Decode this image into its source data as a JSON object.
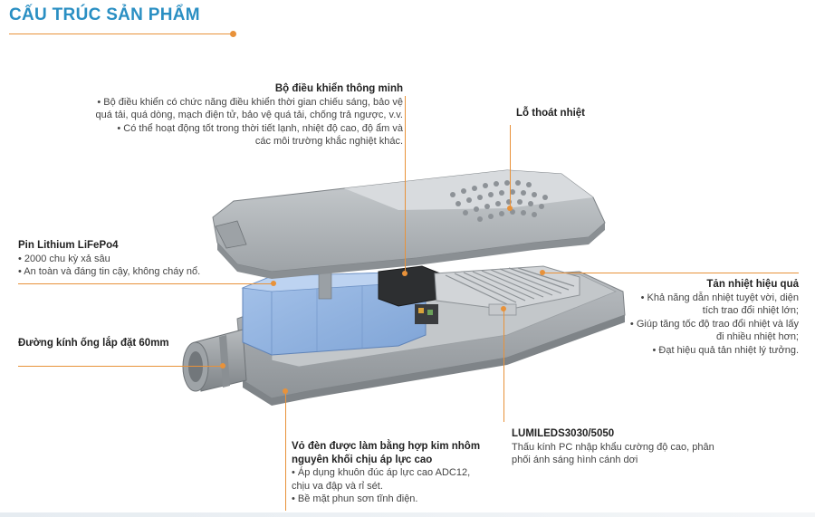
{
  "header": {
    "title": "CẤU TRÚC SẢN PHẨM"
  },
  "callouts": {
    "controller": {
      "title": "Bộ điều khiển thông minh",
      "lines": [
        "• Bộ điều khiển có chức năng điều khiển thời gian chiếu sáng, bảo vệ",
        "quá tải, quá dòng, mạch điện tử, bảo vệ quá tải, chống trả ngược, v.v.",
        "• Có thể hoạt động tốt trong thời tiết lạnh, nhiệt độ cao, độ ẩm và",
        "các môi trường khắc nghiệt khác."
      ]
    },
    "vent": {
      "title": "Lỗ thoát nhiệt"
    },
    "battery": {
      "title": "Pin Lithium LiFePo4",
      "lines": [
        "• 2000 chu kỳ xả sâu",
        "• An toàn và đáng tin cậy, không cháy nổ."
      ]
    },
    "heatsink": {
      "title": "Tản nhiệt hiệu quả",
      "lines": [
        "• Khả năng dẫn nhiệt tuyệt vời, diện",
        "tích trao đổi nhiệt lớn;",
        "• Giúp tăng tốc độ trao đổi nhiệt và lấy",
        "đi nhiều nhiệt hơn;",
        "• Đạt hiệu quả tản nhiệt lý tưởng."
      ]
    },
    "mount": {
      "title": "Đường kính ống lắp đặt 60mm"
    },
    "led": {
      "title": "LUMILEDS3030/5050",
      "lines": [
        "Thấu kính PC nhập khẩu cường độ cao, phân",
        "phối ánh sáng hình cánh dơi"
      ]
    },
    "housing": {
      "title_lines": [
        "Vỏ đèn được làm bằng hợp kim nhôm",
        "nguyên khối chịu áp lực cao"
      ],
      "lines": [
        "• Áp dụng khuôn đúc áp lực cao ADC12,",
        "chịu va đập và rỉ sét.",
        "• Bề mặt phun sơn tĩnh điện."
      ]
    }
  },
  "colors": {
    "accent": "#e8923a",
    "title_blue": "#2a8fc3",
    "battery_blue": "#8fb3e0",
    "housing_gray": "#a9aeb2"
  }
}
